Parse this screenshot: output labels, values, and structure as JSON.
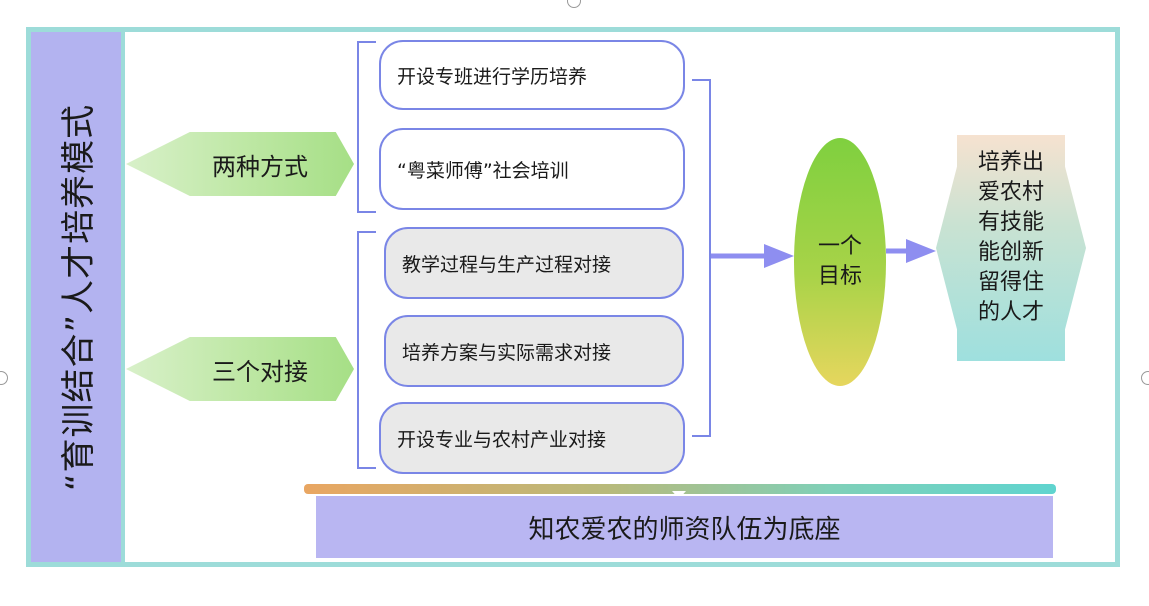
{
  "sidebar": {
    "title": "“育训结合”人才培养模式"
  },
  "approaches": [
    {
      "label": "两种方式"
    },
    {
      "label": "三个对接"
    }
  ],
  "methods": [
    {
      "label": "开设专班进行学历培养"
    },
    {
      "label": "“粤菜师傅”社会培训"
    }
  ],
  "connections": [
    {
      "label": "教学过程与生产过程对接"
    },
    {
      "label": "培养方案与实际需求对接"
    },
    {
      "label": "开设专业与农村产业对接"
    }
  ],
  "goal": {
    "line1": "一个",
    "line2": "目标"
  },
  "result": {
    "lines": [
      "培养出",
      "爱农村",
      "有技能",
      "能创新",
      "留得住",
      "的人才"
    ]
  },
  "foundation": {
    "label": "知农爱农的师资队伍为底座"
  },
  "colors": {
    "frame": "#9ddcd9",
    "sidebar": "#b3b3f0",
    "approach_green": "#a6df86",
    "pill_border": "#7a86e6",
    "arrow": "#8e8ef0",
    "goal_top": "#7fd03f",
    "goal_bottom": "#e6d65e",
    "foundation": "#b9b6f2"
  }
}
